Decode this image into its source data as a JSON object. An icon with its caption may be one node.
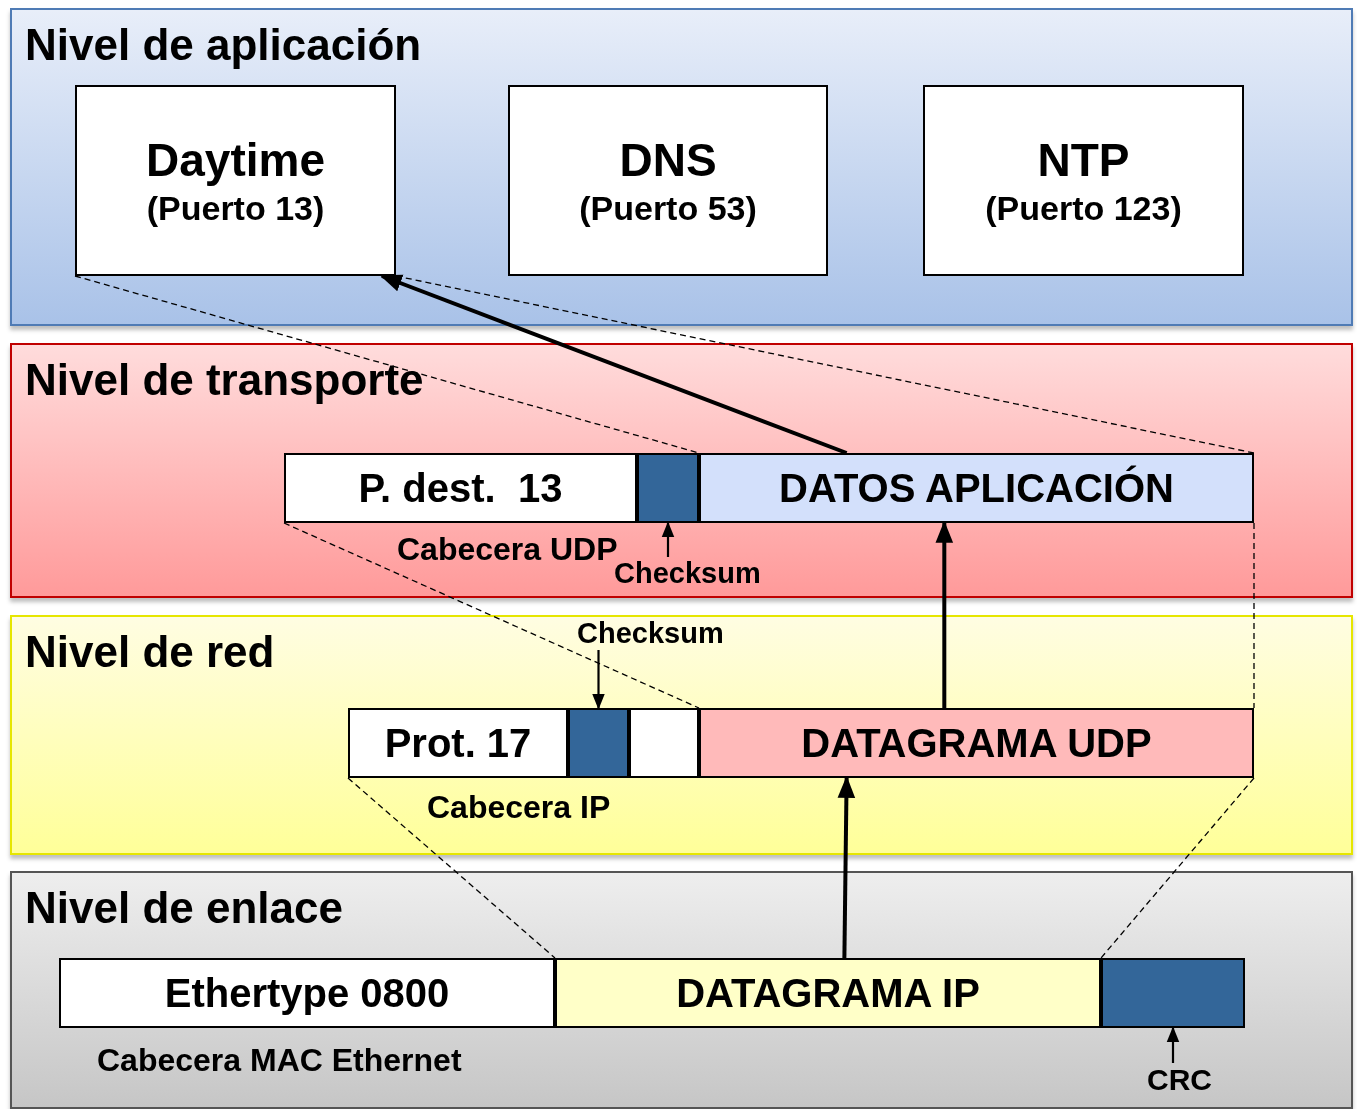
{
  "diagram": {
    "nodes": [
      {
        "text": [
          "Nivel de aplicación"
        ]
      },
      {
        "text": [
          "Daytime",
          "(Puerto 13)"
        ],
        "in": 0
      },
      {
        "text": [
          "DNS",
          "(Puerto 53)"
        ],
        "in": 0
      },
      {
        "text": [
          "NTP",
          "(Puerto 123)"
        ],
        "in": 0
      },
      {
        "text": [
          "Nivel de transporte"
        ]
      },
      {
        "text": [
          "P. dest.  13"
        ],
        "in": 4
      },
      {
        "text": [],
        "shape": "box",
        "in": 4
      },
      {
        "text": [
          "DATOS APLICACIÓN"
        ],
        "in": 4
      },
      {
        "text": [
          "Checksum"
        ],
        "in": 4
      },
      {
        "text": [
          "Nivel de red"
        ]
      },
      {
        "text": [
          "Checksum"
        ],
        "in": 9
      },
      {
        "text": [
          "Prot. 17"
        ],
        "in": 9
      },
      {
        "text": [],
        "shape": "box",
        "in": 9
      },
      {
        "text": [],
        "shape": "box",
        "in": 9
      },
      {
        "text": [
          "DATAGRAMA UDP"
        ],
        "in": 9
      },
      {
        "text": [
          "Nivel de enlace"
        ]
      },
      {
        "text": [
          "Ethertype 0800"
        ],
        "in": 15
      },
      {
        "text": [
          "DATAGRAMA IP"
        ],
        "in": 15
      },
      {
        "text": [],
        "shape": "box",
        "in": 15
      },
      {
        "text": [
          "CRC"
        ],
        "in": 15
      }
    ],
    "edges": [
      {
        "from": 1,
        "to": 7,
        "arrow": "none",
        "style": "dashed"
      },
      {
        "from": 1,
        "to": 7,
        "arrow": "none",
        "style": "dashed"
      },
      {
        "from": 5,
        "to": 14,
        "arrow": "none",
        "style": "dashed"
      },
      {
        "from": 7,
        "to": 14,
        "arrow": "none",
        "style": "dashed"
      },
      {
        "from": 11,
        "to": 17,
        "arrow": "none",
        "style": "dashed"
      },
      {
        "from": 14,
        "to": 17,
        "arrow": "none",
        "style": "dashed"
      },
      {
        "from": 17,
        "to": 14,
        "arrow": "to",
        "style": "thick"
      },
      {
        "from": 14,
        "to": 7,
        "arrow": "to",
        "style": "thick"
      },
      {
        "from": 7,
        "to": 1,
        "arrow": "to",
        "style": "thick"
      },
      {
        "from": 8,
        "to": 6,
        "arrow": "to"
      },
      {
        "from": 10,
        "to": 12,
        "arrow": "to"
      },
      {
        "from": 19,
        "to": 18,
        "arrow": "to"
      }
    ],
    "labels": [
      "Cabecera UDP",
      "Cabecera IP",
      "Cabecera MAC Ethernet"
    ]
  }
}
